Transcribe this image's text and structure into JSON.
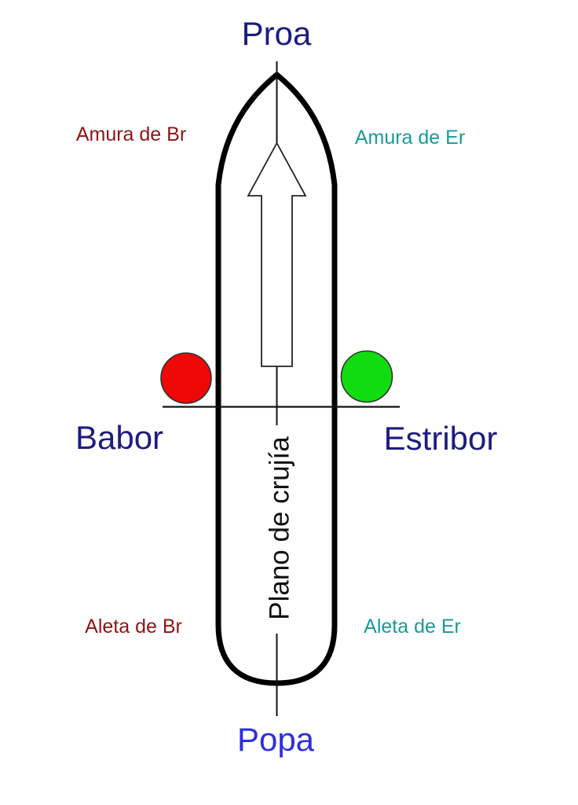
{
  "diagram": {
    "bow_label": "Proa",
    "stern_label": "Popa",
    "port_label": "Babor",
    "starboard_label": "Estribor",
    "port_bow_label": "Amura de Br",
    "starboard_bow_label": "Amura de Er",
    "port_quarter_label": "Aleta de Br",
    "starboard_quarter_label": "Aleta de Er",
    "centerline_label": "Plano de crujía",
    "colors": {
      "navy": "#1c1c80",
      "bright_blue": "#2e2ee0",
      "maroon": "#8f1414",
      "teal": "#189a9a",
      "port_light_red": "#ee0808",
      "starboard_light_green": "#10dd10",
      "hull_outline": "#000000",
      "thin_line": "#111111"
    }
  }
}
